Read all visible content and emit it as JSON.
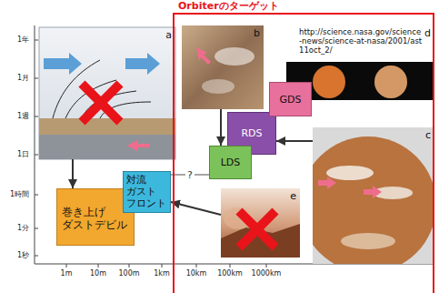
{
  "diagram": {
    "nodes": [
      {
        "text": [
          "Orbiterのターゲット"
        ]
      },
      {
        "text": [
          "a"
        ]
      },
      {
        "text": [
          "b"
        ],
        "in": 0
      },
      {
        "text": [
          "http://science.nasa.gov/science-news/science-at-nasa/2001/ast11oct_2/",
          "d"
        ],
        "in": 0
      },
      {
        "text": [
          "GDS"
        ],
        "in": 0
      },
      {
        "text": [
          "RDS"
        ],
        "in": 0
      },
      {
        "text": [
          "c"
        ],
        "in": 0
      },
      {
        "text": [
          "LDS"
        ],
        "in": 0
      },
      {
        "text": [
          "対流 ガスト フロント"
        ]
      },
      {
        "text": [
          "e"
        ],
        "in": 0
      },
      {
        "text": [
          "巻き上げ ダストデビル"
        ]
      }
    ],
    "edges": [
      {
        "from": 1,
        "to": 10,
        "arrow": "to"
      },
      {
        "from": 2,
        "to": 7,
        "arrow": "to"
      },
      {
        "from": 6,
        "to": 5,
        "arrow": "to"
      },
      {
        "from": 9,
        "to": 8,
        "arrow": "to"
      },
      {
        "from": 7,
        "to": 8,
        "label": "?",
        "arrow": "none"
      }
    ],
    "labels": [
      "1年",
      "1月",
      "1週",
      "1日",
      "1時間",
      "1分",
      "1秒",
      "1m",
      "10m",
      "100m",
      "1km",
      "10km",
      "100km",
      "1000km"
    ]
  }
}
